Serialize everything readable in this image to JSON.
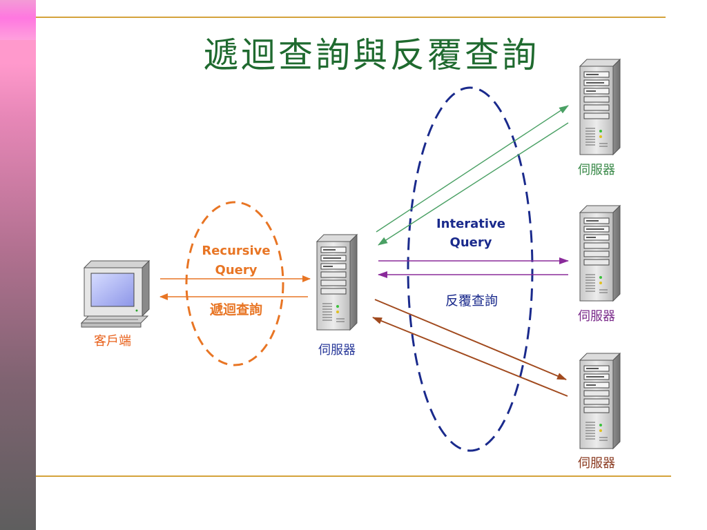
{
  "slide": {
    "title": "遞迴查詢與反覆查詢"
  },
  "diagram": {
    "client": {
      "label": "客戶端"
    },
    "local_server": {
      "label": "伺服器"
    },
    "remote_servers": [
      {
        "label": "伺服器"
      },
      {
        "label": "伺服器"
      },
      {
        "label": "伺服器"
      }
    ],
    "recursive": {
      "line1": "Recursive",
      "line2": "Query",
      "chinese": "遞迴查詢"
    },
    "iterative": {
      "line1": "Interative",
      "line2": "Query",
      "chinese": "反覆查詢"
    },
    "colors": {
      "recursive": "#e87524",
      "iterative_ellipse": "#1a2a8c",
      "arrow_green": "#4aa064",
      "arrow_purple": "#8a2a9a",
      "arrow_brown": "#a14a1e",
      "label_green": "#3b8a4a",
      "label_purple": "#7a2a8a",
      "label_brown": "#8a3a20",
      "label_blue": "#2a3a9a",
      "label_client": "#e8601a"
    }
  }
}
